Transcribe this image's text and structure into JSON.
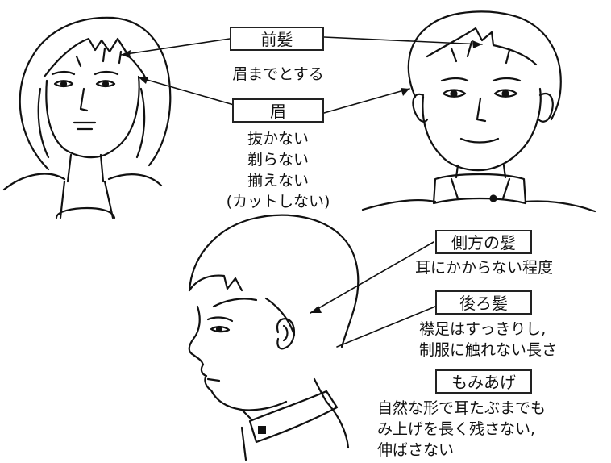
{
  "labels": {
    "bangs": "前髪",
    "bangs_note": "眉までとする",
    "eyebrows": "眉",
    "eyebrows_notes": [
      "抜かない",
      "剃らない",
      "揃えない",
      "(カットしない)"
    ],
    "side_hair": "側方の髪",
    "side_hair_note": "耳にかからない程度",
    "back_hair": "後ろ髪",
    "back_hair_notes": [
      "襟足はすっきりし,",
      "制服に触れない長さ"
    ],
    "sideburns": "もみあげ",
    "sideburns_notes": [
      "自然な形で耳たぶまでも",
      "み上げを長く残さない,",
      "伸ばさない"
    ]
  },
  "colors": {
    "ink": "#111111",
    "background": "#ffffff"
  },
  "figures": [
    "girl-front-face",
    "boy-front-face",
    "boy-side-profile"
  ]
}
